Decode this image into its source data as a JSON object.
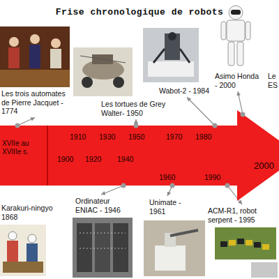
{
  "diagram": {
    "title": "Frise chronologique de robots",
    "nodes": [
      {
        "text": [
          "Les trois automates de Pierre Jacquet - 1774"
        ]
      },
      {
        "text": [
          "Les tortues de Grey Walter- 1950"
        ]
      },
      {
        "text": [
          "Wabot-2 - 1984"
        ]
      },
      {
        "text": [
          "Asimo Honda - 2000"
        ]
      },
      {
        "text": [
          "XVIIe au XVIIIe s.",
          "1910",
          "1930",
          "1950",
          "1970",
          "1980",
          "1900",
          "1920",
          "1940",
          "1960",
          "1990",
          "2000"
        ]
      },
      {
        "text": [
          "Karakuri-ningyo 1868"
        ]
      },
      {
        "text": [
          "Ordinateur ENIAC - 1946"
        ]
      },
      {
        "text": [
          "Unimate - 1961"
        ]
      },
      {
        "text": [
          "ACM-R1, robot serpent - 1995"
        ]
      }
    ],
    "edges": [
      {
        "from": 4,
        "to": 0,
        "arrow": "to"
      },
      {
        "from": 4,
        "to": 1,
        "arrow": "to"
      },
      {
        "from": 4,
        "to": 2,
        "arrow": "to"
      },
      {
        "from": 4,
        "to": 3,
        "arrow": "to"
      },
      {
        "from": 4,
        "to": 6,
        "arrow": "to"
      },
      {
        "from": 4,
        "to": 7,
        "arrow": "to"
      },
      {
        "from": 4,
        "to": 8,
        "arrow": "to"
      }
    ],
    "labels": [
      "Le",
      "ES"
    ]
  }
}
